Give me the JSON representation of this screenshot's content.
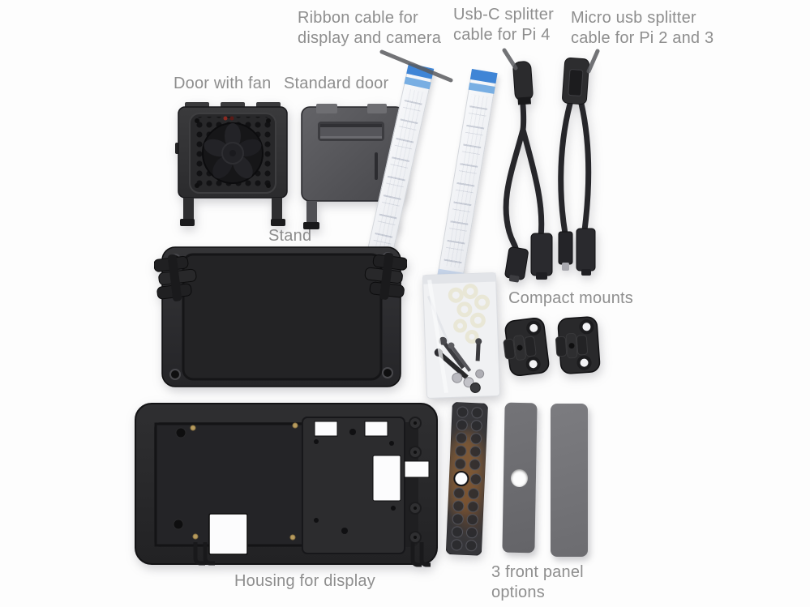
{
  "photo": {
    "type": "annotated product photo",
    "labels": {
      "ribbon_cable": "Ribbon cable for display and camera",
      "usb_c_splitter": "Usb-C splitter cable for Pi 4",
      "micro_usb_splitter": "Micro usb splitter cable for Pi 2 and 3",
      "door_with_fan": "Door with fan",
      "standard_door": "Standard door",
      "stand": "Stand",
      "compact_mounts": "Compact mounts",
      "housing": "Housing for display",
      "front_panels": "3 front panel options"
    },
    "colors": {
      "background": "#fdfdfd",
      "label_text": "#8e8e8e",
      "leader_line": "#5a5b5f",
      "plastic_dark": "#232325",
      "plastic_gray": "#57575b",
      "panel_gray": "#6f6f73",
      "panel_brown": "#9a6636",
      "ribbon_white": "#f5f6f8",
      "ribbon_blue": "#3f85d6",
      "brass_insert": "#b79b5e"
    }
  }
}
